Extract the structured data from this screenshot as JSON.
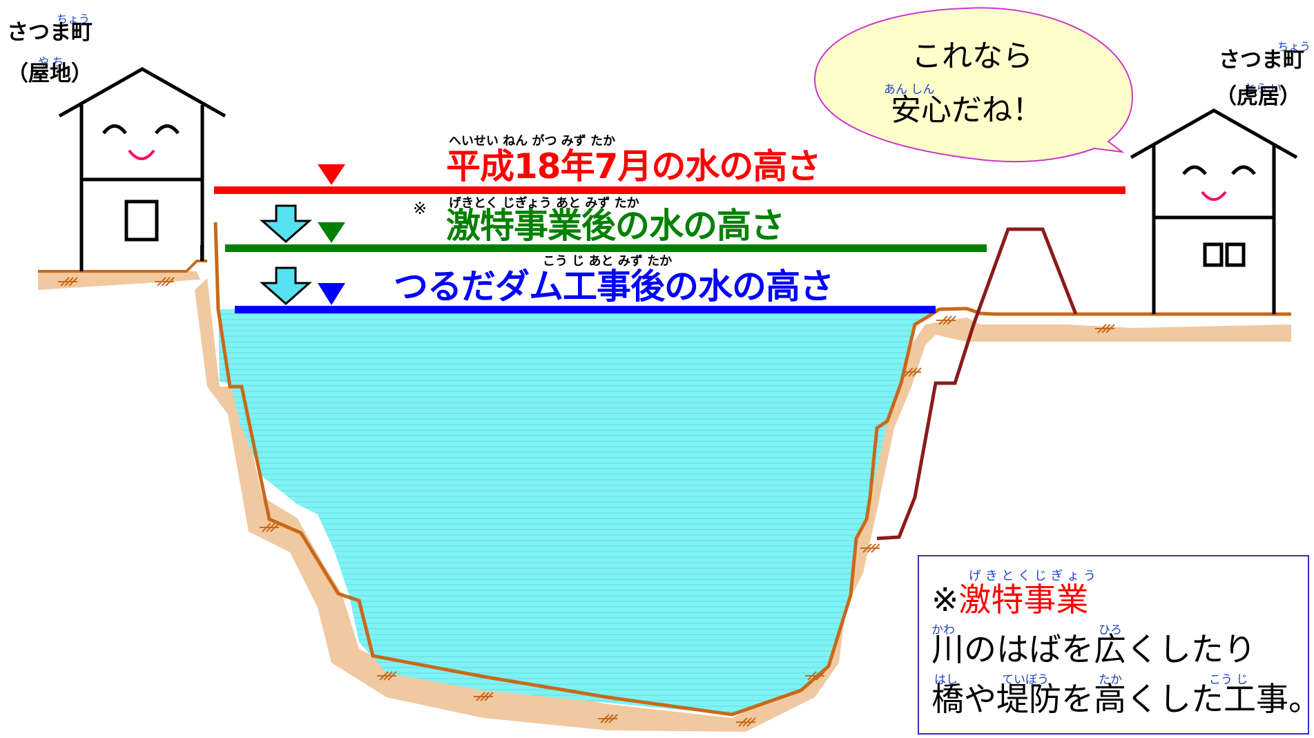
{
  "town_left": {
    "name": "さつま町",
    "name_ruby": "ちょう",
    "district": "（屋地）",
    "district_ruby": "や ち"
  },
  "town_right": {
    "name": "さつま町",
    "name_ruby": "ちょう",
    "district": "（虎居）",
    "district_ruby": "とら い"
  },
  "speech": {
    "line1": "これなら",
    "line2": "安心だね！",
    "ruby": "あん しん"
  },
  "levels": {
    "h18": {
      "label": "平成18年7月の水の高さ",
      "ruby": "へいせい ねん  がつ     みず    たか",
      "color": "#ff0000"
    },
    "gekitoku": {
      "asterisk": "※",
      "label": "激特事業後の水の高さ",
      "ruby": "げきとく じぎょう あと       みず      たか",
      "color": "#008000"
    },
    "dam": {
      "label": "つるだダム工事後の水の高さ",
      "ruby": "こう  じ  あと       みず       たか",
      "color": "#0000ff"
    }
  },
  "note": {
    "title_prefix": "※",
    "title": "激特事業",
    "title_ruby": "げ き と く じ ぎ ょ う",
    "line1": "川のはばを広くしたり",
    "line1_ruby_a": "かわ",
    "line1_ruby_b": "ひろ",
    "line2": "橋や堤防を高くした工事。",
    "line2_ruby_a": "はし",
    "line2_ruby_b": "ていぼう",
    "line2_ruby_c": "たか",
    "line2_ruby_d": "こう じ"
  },
  "colors": {
    "red_level": "#ff0000",
    "green_level": "#008000",
    "blue_level": "#0000ff",
    "water": "#7ef3f5",
    "ground": "#f0c9a0",
    "bank": "#c8691a",
    "levee": "#8b1a1a",
    "arrow": "#56e0f0",
    "bubble": "#ffffcc"
  }
}
